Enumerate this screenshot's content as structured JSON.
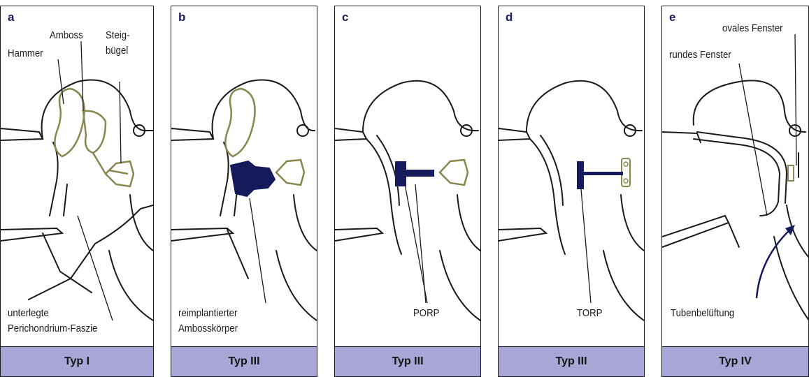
{
  "panels": [
    {
      "letter": "a",
      "caption": "Typ I",
      "labels": {
        "amboss": "Amboss",
        "hammer": "Hammer",
        "steig1": "Steig-",
        "steig2": "bügel",
        "faszie1": "unterlegte",
        "faszie2": "Perichondrium-Faszie"
      }
    },
    {
      "letter": "b",
      "caption": "Typ III",
      "labels": {
        "line1": "reimplantierter",
        "line2": "Ambosskörper"
      }
    },
    {
      "letter": "c",
      "caption": "Typ III",
      "labels": {
        "main": "PORP"
      }
    },
    {
      "letter": "d",
      "caption": "Typ III",
      "labels": {
        "main": "TORP"
      }
    },
    {
      "letter": "e",
      "caption": "Typ IV",
      "labels": {
        "oval": "ovales Fenster",
        "rund": "rundes Fenster",
        "tube": "Tubenbelüftung"
      }
    }
  ],
  "colors": {
    "caption_bg": "#a7a6d6",
    "implant": "#141a5a",
    "ossicle": "#8a8650",
    "outline": "#1a1a1a"
  }
}
